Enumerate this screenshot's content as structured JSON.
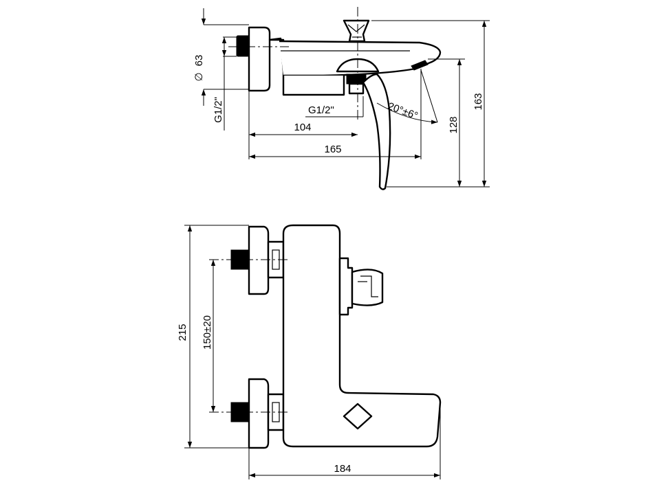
{
  "dimensions": {
    "diameter": "63",
    "thread_inlet": "G1/2\"",
    "thread_outlet": "G1/2\"",
    "outlet_offset": "104",
    "spout_reach": "165",
    "lever_angle": "20°±6°",
    "spout_height": "128",
    "total_height": "163",
    "inlet_spacing": "150±20",
    "total_length": "215",
    "depth": "184"
  },
  "colors": {
    "line": "#000000",
    "background": "#ffffff"
  }
}
